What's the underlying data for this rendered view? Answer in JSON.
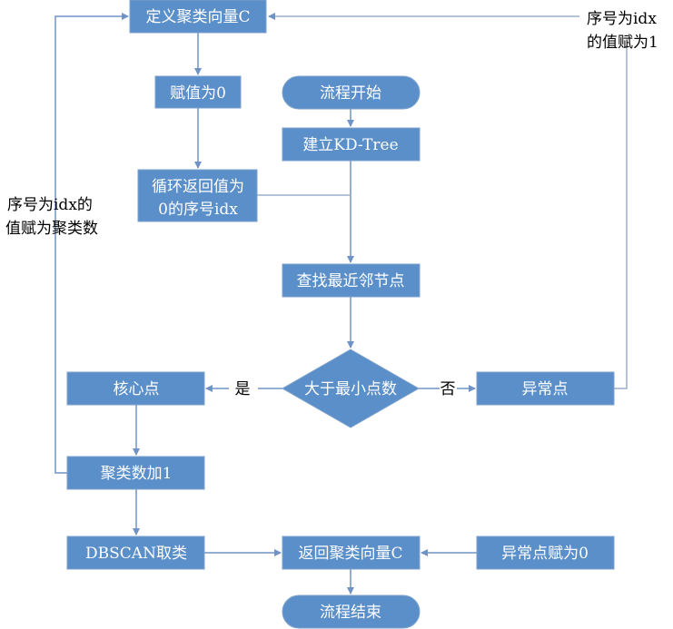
{
  "colors": {
    "node_fill": "#5b8fc9",
    "node_text": "#ffffff",
    "connector": "#6f93c4",
    "label_text": "#000000"
  },
  "nodes": {
    "define_vector": "定义聚类向量C",
    "assign_zero": "赋值为0",
    "loop_return_line1": "循环返回值为",
    "loop_return_line2": "0的序号idx",
    "start": "流程开始",
    "build_kdtree": "建立KD-Tree",
    "find_nearest": "查找最近邻节点",
    "decision": "大于最小点数",
    "core_point": "核心点",
    "outlier": "异常点",
    "cluster_inc": "聚类数加1",
    "dbscan": "DBSCAN取类",
    "return_vector": "返回聚类向量C",
    "outlier_zero": "异常点赋为0",
    "end": "流程结束"
  },
  "labels": {
    "yes": "是",
    "no": "否",
    "left_note_line1": "序号为idx的",
    "left_note_line2": "值赋为聚类数",
    "right_note_line1": "序号为idx",
    "right_note_line2": "的值赋为1"
  }
}
